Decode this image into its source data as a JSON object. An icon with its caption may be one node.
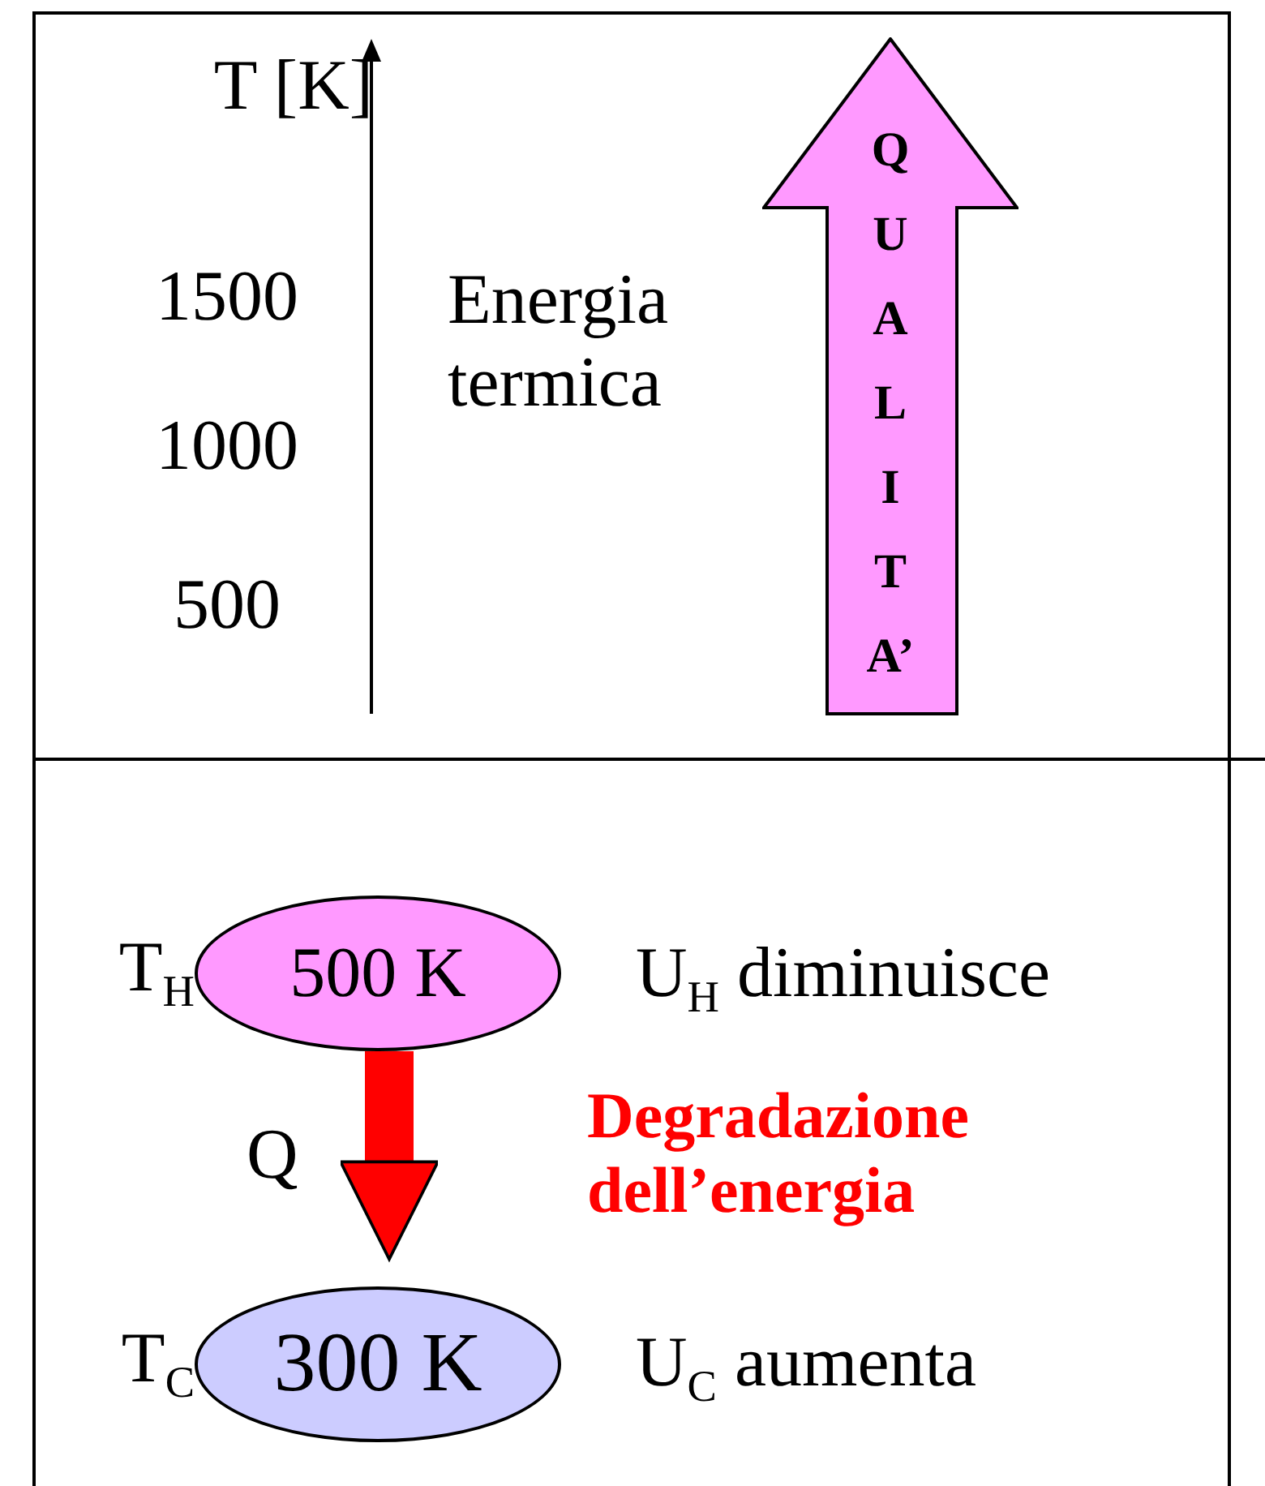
{
  "diagram": {
    "nodes": [
      {
        "text": [
          "QUALITA’"
        ]
      },
      {
        "text": [
          "500 K"
        ],
        "beside": [
          "T$_{H}$"
        ]
      },
      {
        "text": [
          "300 K"
        ],
        "beside": [
          "T$_{C}$"
        ]
      }
    ],
    "edges": [
      {
        "from": 1,
        "to": 2,
        "arrow": "to",
        "label": "Q"
      }
    ],
    "labels": [
      "T [K]",
      "1500",
      "1000",
      "500",
      "Energia termica",
      "U$_{H}$ diminuisce",
      "Degradazione dell’energia",
      "U$_{C}$ aumenta"
    ]
  }
}
